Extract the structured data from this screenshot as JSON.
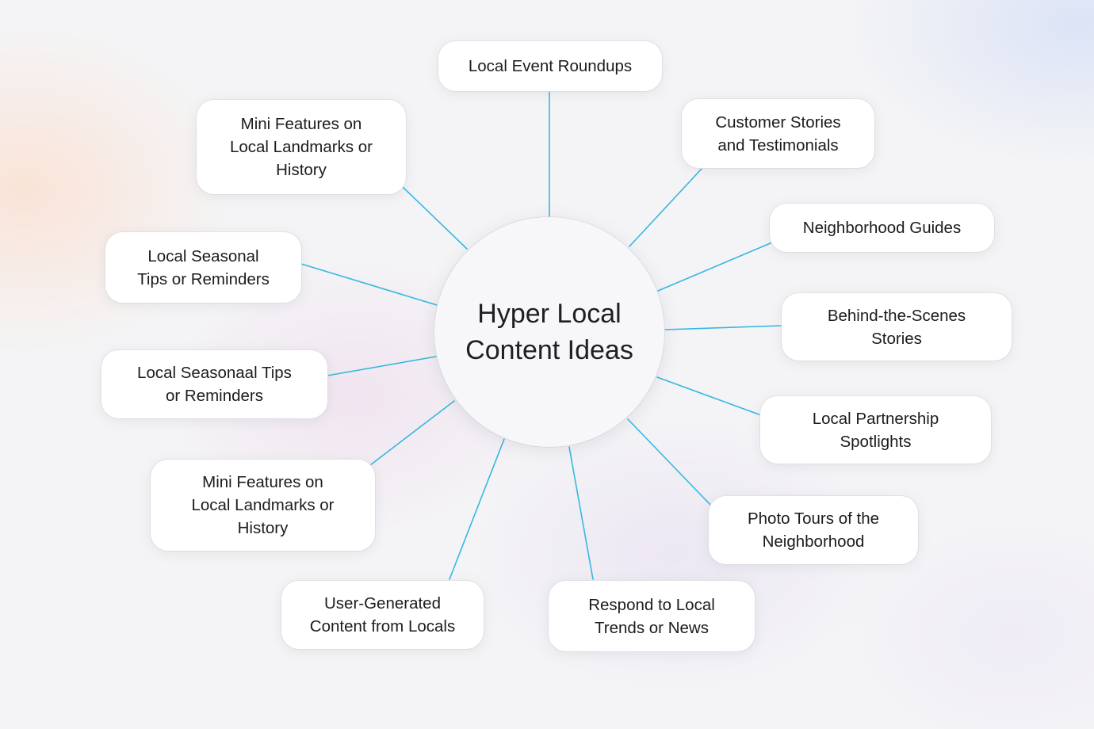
{
  "diagram": {
    "center": {
      "title": "Hyper Local Content Ideas"
    },
    "nodes": [
      {
        "id": "local-event-roundups",
        "label": "Local Event Roundups"
      },
      {
        "id": "customer-stories",
        "label": "Customer Stories\nand Testimonials"
      },
      {
        "id": "neighborhood-guides",
        "label": "Neighborhood Guides"
      },
      {
        "id": "behind-the-scenes",
        "label": "Behind-the-Scenes\nStories"
      },
      {
        "id": "local-partnership",
        "label": "Local Partnership\nSpotlights"
      },
      {
        "id": "photo-tours",
        "label": "Photo Tours of the\nNeighborhood"
      },
      {
        "id": "respond-local-trends",
        "label": "Respond to Local\nTrends or News"
      },
      {
        "id": "user-generated-content",
        "label": "User-Generated\nContent from Locals"
      },
      {
        "id": "mini-features-lower",
        "label": "Mini Features on\nLocal Landmarks      or\nHistory"
      },
      {
        "id": "seasonal-tips-misspelled",
        "label": "Local Seasonaal Tips\nor Reminders"
      },
      {
        "id": "seasonal-tips",
        "label": "Local Seasonal\nTips or Reminders"
      },
      {
        "id": "mini-features-upper",
        "label": "Mini Features on\nLocal Landmarks     or\nHistory"
      }
    ],
    "colors": {
      "connector": "#35b8e0",
      "node_background": "#ffffff",
      "hub_background": "#f7f7f9",
      "text": "#1c1c1e"
    }
  }
}
